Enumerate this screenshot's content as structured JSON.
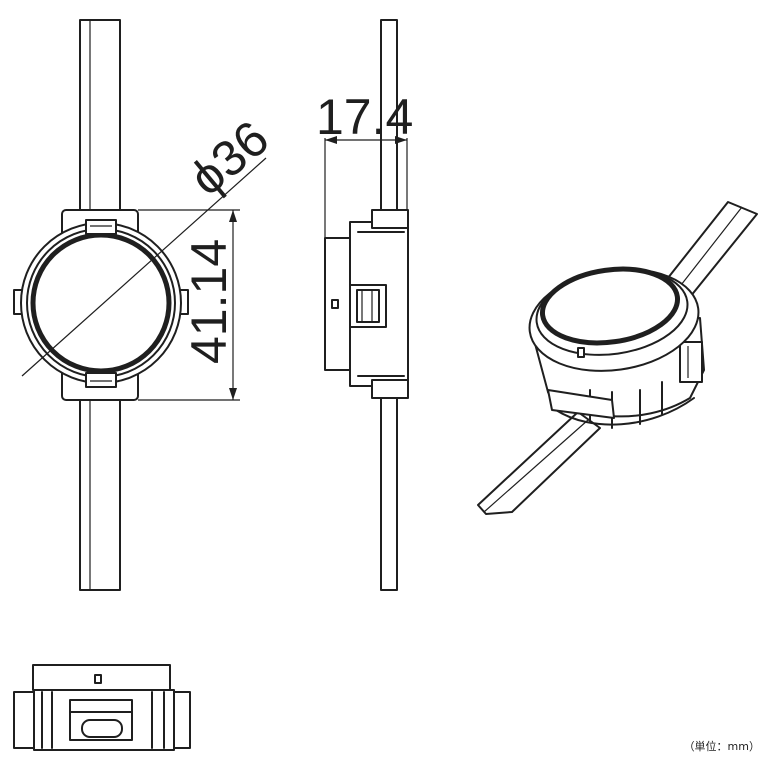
{
  "dimensions": {
    "diameter": "ϕ36",
    "height": "41.14",
    "depth": "17.4"
  },
  "unit_note": "（単位：mm）",
  "colors": {
    "line": "#1f1f1f",
    "background": "#ffffff"
  }
}
